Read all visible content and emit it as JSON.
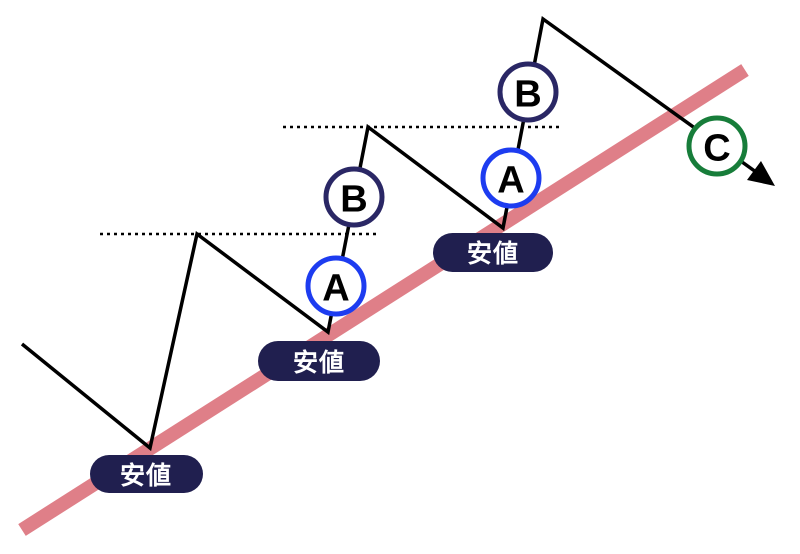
{
  "diagram": {
    "description": "uptrend-line-with-higher-lows-and-break",
    "background": "#ffffff",
    "colors": {
      "trend_line": "#df7f88",
      "price_line": "#000000",
      "dotted_line": "#000000",
      "arrow": "#000000",
      "circle_fill": "#ffffff",
      "letter": "#000000",
      "pill_bg": "#201f4f",
      "pill_text": "#ffffff"
    },
    "lows": [
      {
        "label": "安値"
      },
      {
        "label": "安値"
      },
      {
        "label": "安値"
      }
    ],
    "points": [
      {
        "label": "A",
        "color": "#1d3cf0"
      },
      {
        "label": "B",
        "color": "#2a2765"
      },
      {
        "label": "A",
        "color": "#1d3cf0"
      },
      {
        "label": "B",
        "color": "#2a2765"
      },
      {
        "label": "C",
        "color": "#177d3a"
      }
    ]
  }
}
